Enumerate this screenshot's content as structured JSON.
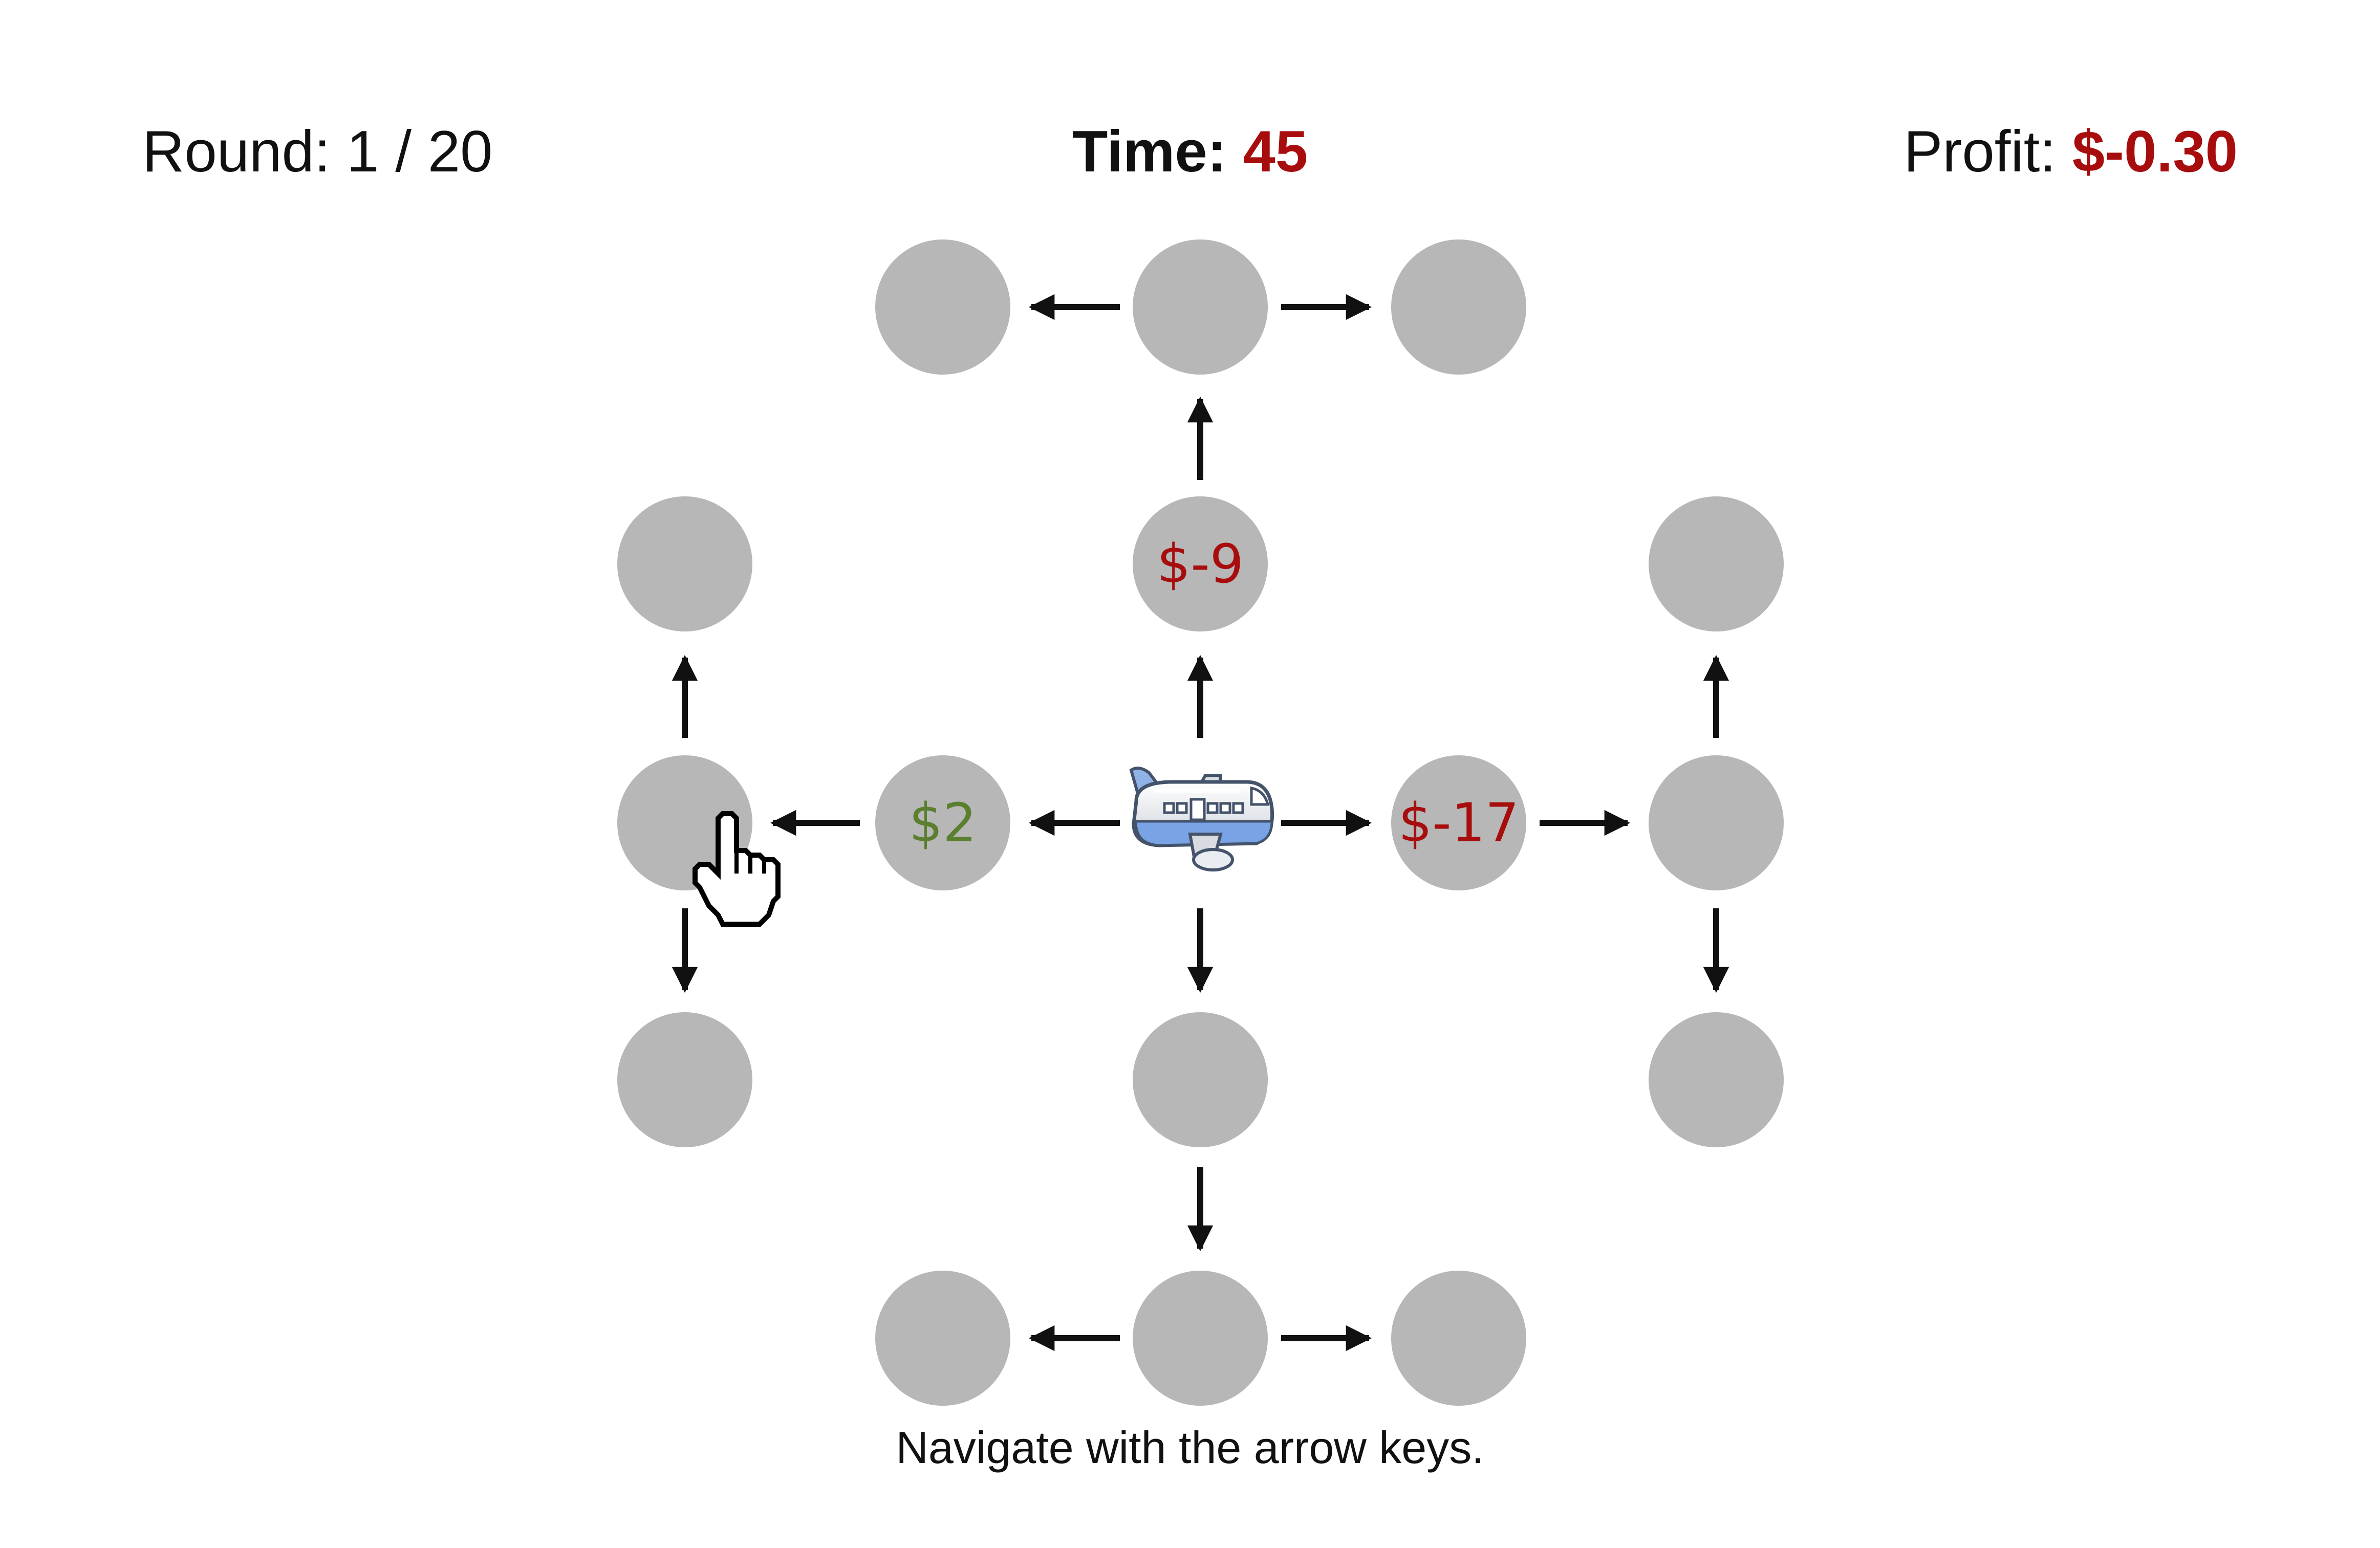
{
  "hud": {
    "round_label": "Round:",
    "round_value": "1 / 20",
    "time_label": "Time:",
    "time_value": "45",
    "profit_label": "Profit:",
    "profit_value": "$-0.30"
  },
  "colors": {
    "node_fill": "#b7b7b7",
    "negative": "#a80d0d",
    "positive": "#5a7f2e",
    "arrow": "#111111",
    "text": "#111111"
  },
  "board": {
    "node_labels": {
      "up1": "$-9",
      "left1": "$2",
      "right1": "$-17"
    },
    "player_icon": "airplane-icon",
    "cursor_icon": "hand-pointer-icon"
  },
  "instruction": "Navigate with the arrow keys."
}
